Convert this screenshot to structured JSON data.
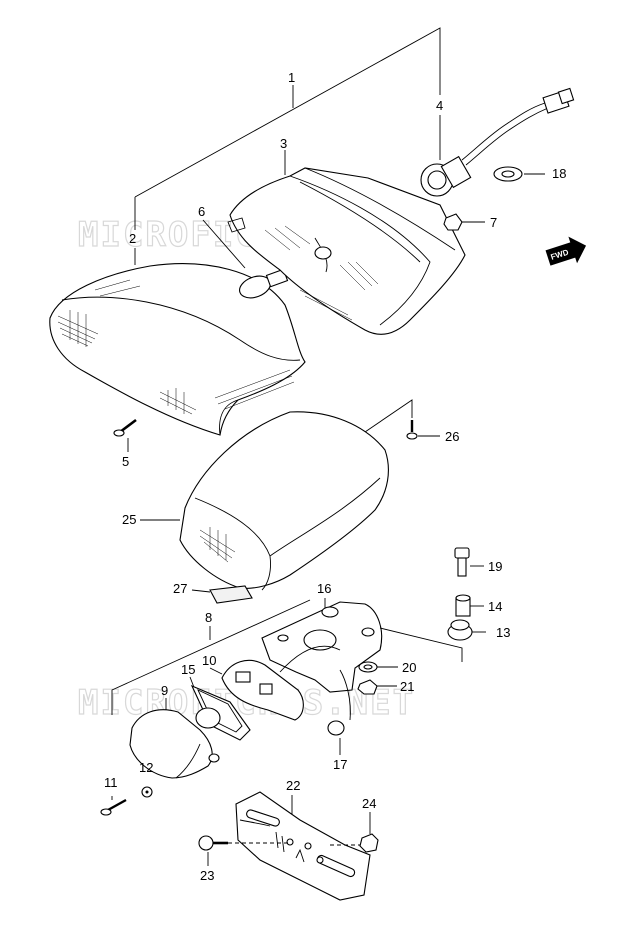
{
  "watermarks": [
    "MICROFICHE.NET",
    "MICROFICHES.NET"
  ],
  "fwd_label": "FWD",
  "callouts": [
    {
      "id": "c1",
      "label": "1"
    },
    {
      "id": "c2",
      "label": "2"
    },
    {
      "id": "c3",
      "label": "3"
    },
    {
      "id": "c4",
      "label": "4"
    },
    {
      "id": "c5",
      "label": "5"
    },
    {
      "id": "c6",
      "label": "6"
    },
    {
      "id": "c7",
      "label": "7"
    },
    {
      "id": "c8",
      "label": "8"
    },
    {
      "id": "c9",
      "label": "9"
    },
    {
      "id": "c10",
      "label": "10"
    },
    {
      "id": "c11",
      "label": "11"
    },
    {
      "id": "c12",
      "label": "12"
    },
    {
      "id": "c13",
      "label": "13"
    },
    {
      "id": "c14",
      "label": "14"
    },
    {
      "id": "c15",
      "label": "15"
    },
    {
      "id": "c16",
      "label": "16"
    },
    {
      "id": "c17",
      "label": "17"
    },
    {
      "id": "c18",
      "label": "18"
    },
    {
      "id": "c19",
      "label": "19"
    },
    {
      "id": "c20",
      "label": "20"
    },
    {
      "id": "c21",
      "label": "21"
    },
    {
      "id": "c22",
      "label": "22"
    },
    {
      "id": "c23",
      "label": "23"
    },
    {
      "id": "c24",
      "label": "24"
    },
    {
      "id": "c25",
      "label": "25"
    },
    {
      "id": "c26",
      "label": "26"
    },
    {
      "id": "c27",
      "label": "27"
    }
  ]
}
